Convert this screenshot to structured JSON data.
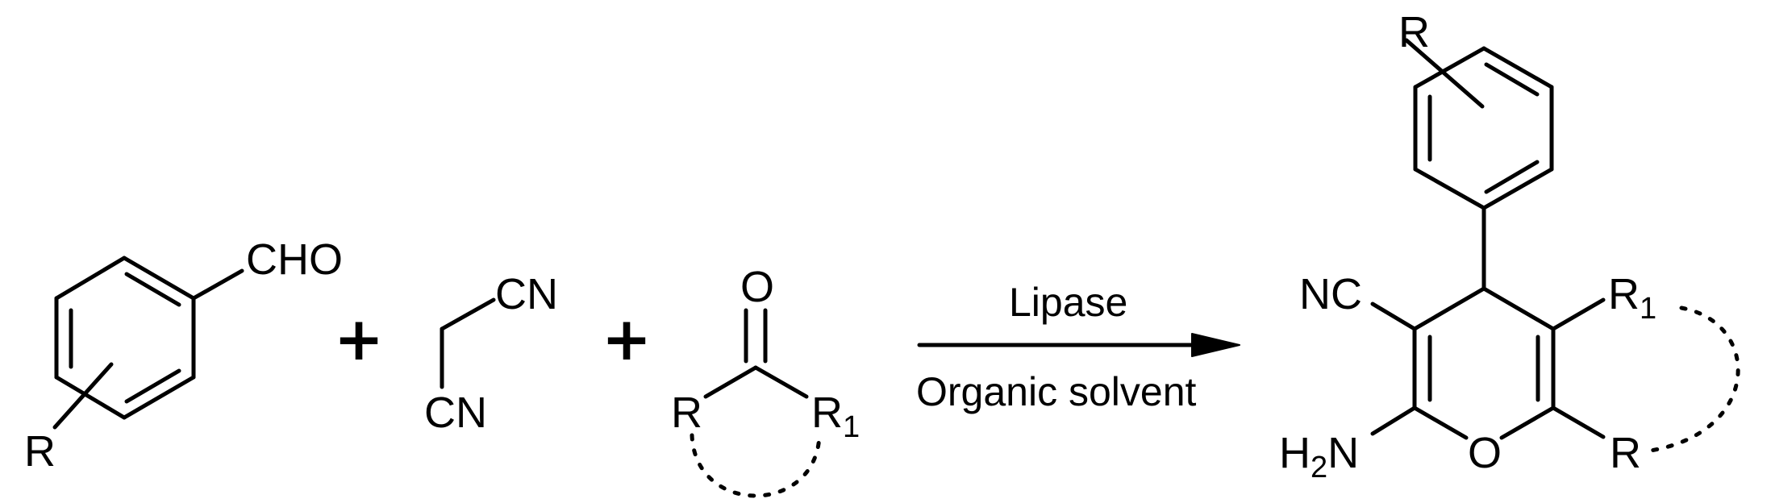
{
  "benzaldehyde": {
    "substituent": "R",
    "group": "CHO"
  },
  "plus_sign": "+",
  "malononitrile": {
    "top_group": "CN",
    "bottom_group": "CN"
  },
  "ketone": {
    "oxygen": "O",
    "left_group": "R",
    "right_group": "R",
    "right_subscript": "1"
  },
  "arrow": {
    "above": "Lipase",
    "below": "Organic solvent"
  },
  "product": {
    "aryl_substituent": "R",
    "nitrile": "NC",
    "r1_group": "R",
    "r1_subscript": "1",
    "amine_h": "H",
    "amine_subscript": "2",
    "amine_n": "N",
    "ring_oxygen": "O",
    "r_group": "R"
  }
}
